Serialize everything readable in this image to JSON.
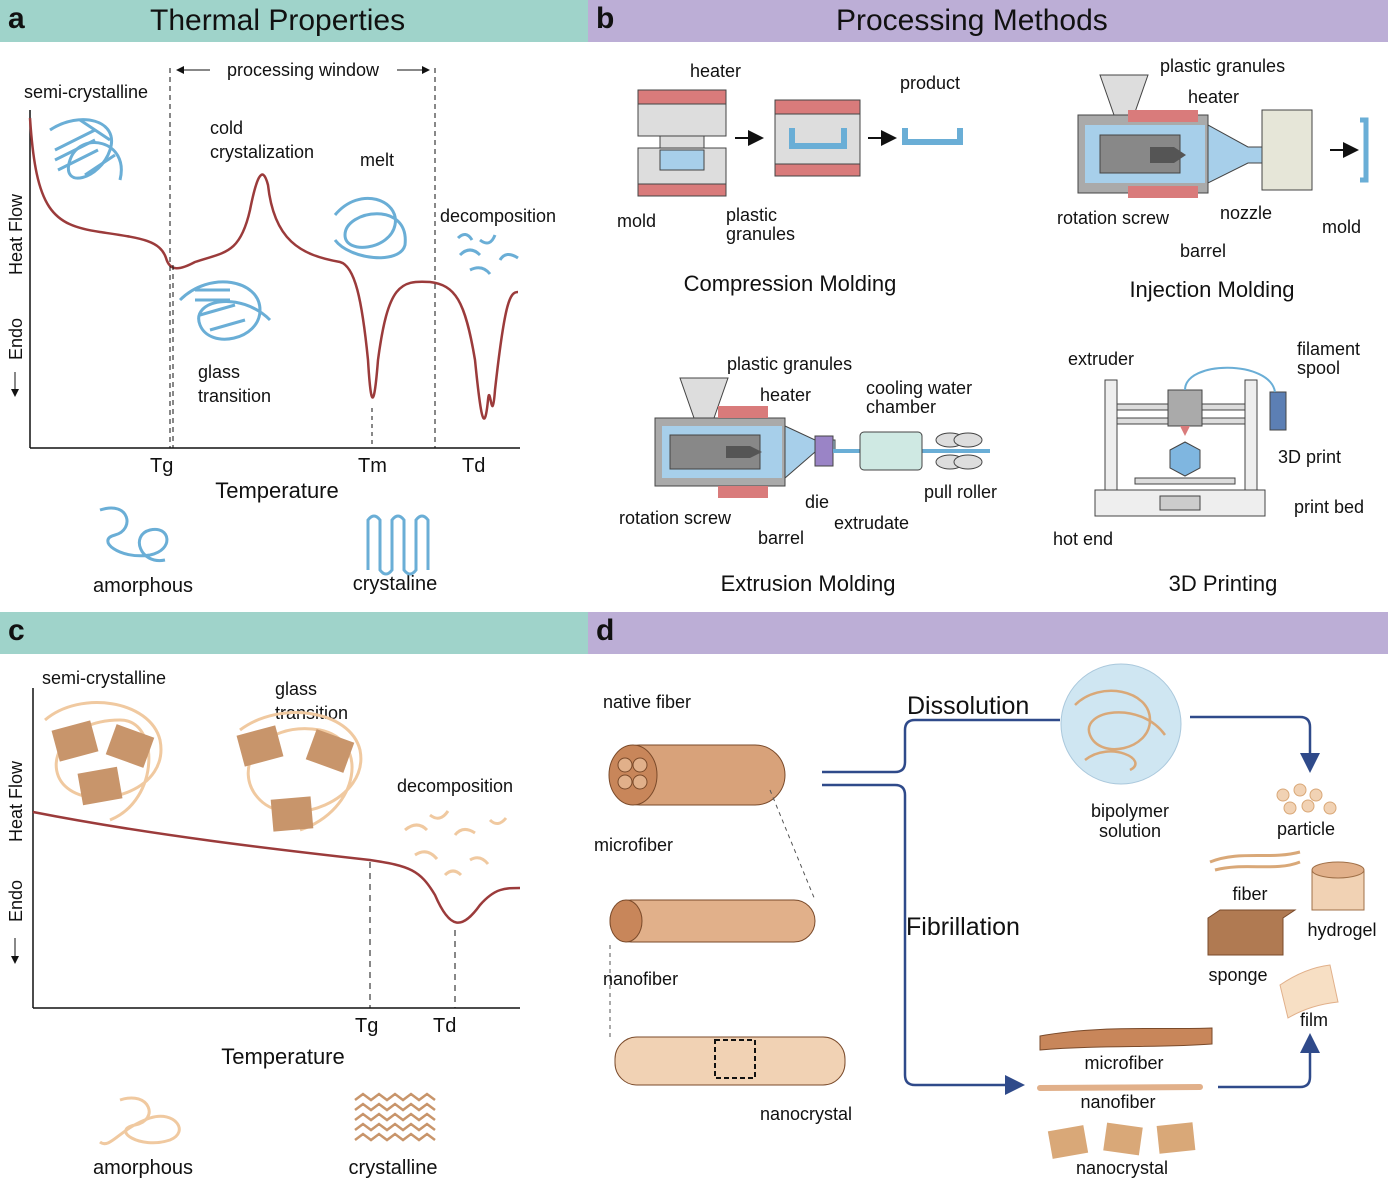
{
  "panels": {
    "a": {
      "letter": "a",
      "title": "Thermal Properties"
    },
    "b": {
      "letter": "b",
      "title": "Processing Methods"
    },
    "c": {
      "letter": "c",
      "title": ""
    },
    "d": {
      "letter": "d",
      "title": ""
    }
  },
  "thermal": {
    "processing_window": "processing window",
    "semi": "semi-crystalline",
    "cold1": "cold",
    "cold2": "crystalization",
    "melt": "melt",
    "decomp": "decomposition",
    "glass1": "glass",
    "glass2": "transition",
    "ylabel_a": "Heat Flow",
    "ylabel_b": "Endo",
    "arrow": "←",
    "tg": "Tg",
    "tm": "Tm",
    "td": "Td",
    "xlabel": "Temperature",
    "amorphous": "amorphous",
    "crystaline": "crystaline"
  },
  "processing": {
    "compression": {
      "heater": "heater",
      "product": "product",
      "mold": "mold",
      "granules1": "plastic",
      "granules2": "granules",
      "title": "Compression Molding"
    },
    "injection": {
      "granules": "plastic granules",
      "heater": "heater",
      "screw": "rotation screw",
      "nozzle": "nozzle",
      "mold": "mold",
      "barrel": "barrel",
      "title": "Injection Molding"
    },
    "extrusion": {
      "granules": "plastic granules",
      "heater": "heater",
      "cooling1": "cooling water",
      "cooling2": "chamber",
      "screw": "rotation screw",
      "die": "die",
      "barrel": "barrel",
      "extrudate": "extrudate",
      "roller": "pull roller",
      "title": "Extrusion Molding"
    },
    "printing": {
      "extruder": "extruder",
      "spool1": "filament",
      "spool2": "spool",
      "print": "3D print",
      "bed": "print bed",
      "hotend": "hot end",
      "title": "3D Printing"
    }
  },
  "thermal2": {
    "semi": "semi-crystalline",
    "glass1": "glass",
    "glass2": "transition",
    "decomp": "decomposition",
    "ylabel_a": "Heat Flow",
    "ylabel_b": "Endo",
    "arrow": "←",
    "tg": "Tg",
    "td": "Td",
    "xlabel": "Temperature",
    "amorphous": "amorphous",
    "crystalline": "crystalline"
  },
  "biopolymer": {
    "native": "native fiber",
    "micro": "microfiber",
    "nano": "nanofiber",
    "nanocrystal": "nanocrystal",
    "dissolution": "Dissolution",
    "fibrillation": "Fibrillation",
    "solution1": "bipolymer",
    "solution2": "solution",
    "particle": "particle",
    "fiber": "fiber",
    "hydrogel": "hydrogel",
    "sponge": "sponge",
    "film": "film",
    "out_micro": "microfiber",
    "out_nano": "nanofiber",
    "out_crystal": "nanocrystal"
  },
  "colors": {
    "teal": "#9fd3ca",
    "lavender": "#bcaed6",
    "curve": "#9b3b3b",
    "blue": "#6aaed6",
    "tan": "#d9a878",
    "arrow": "#2f4a8a"
  }
}
